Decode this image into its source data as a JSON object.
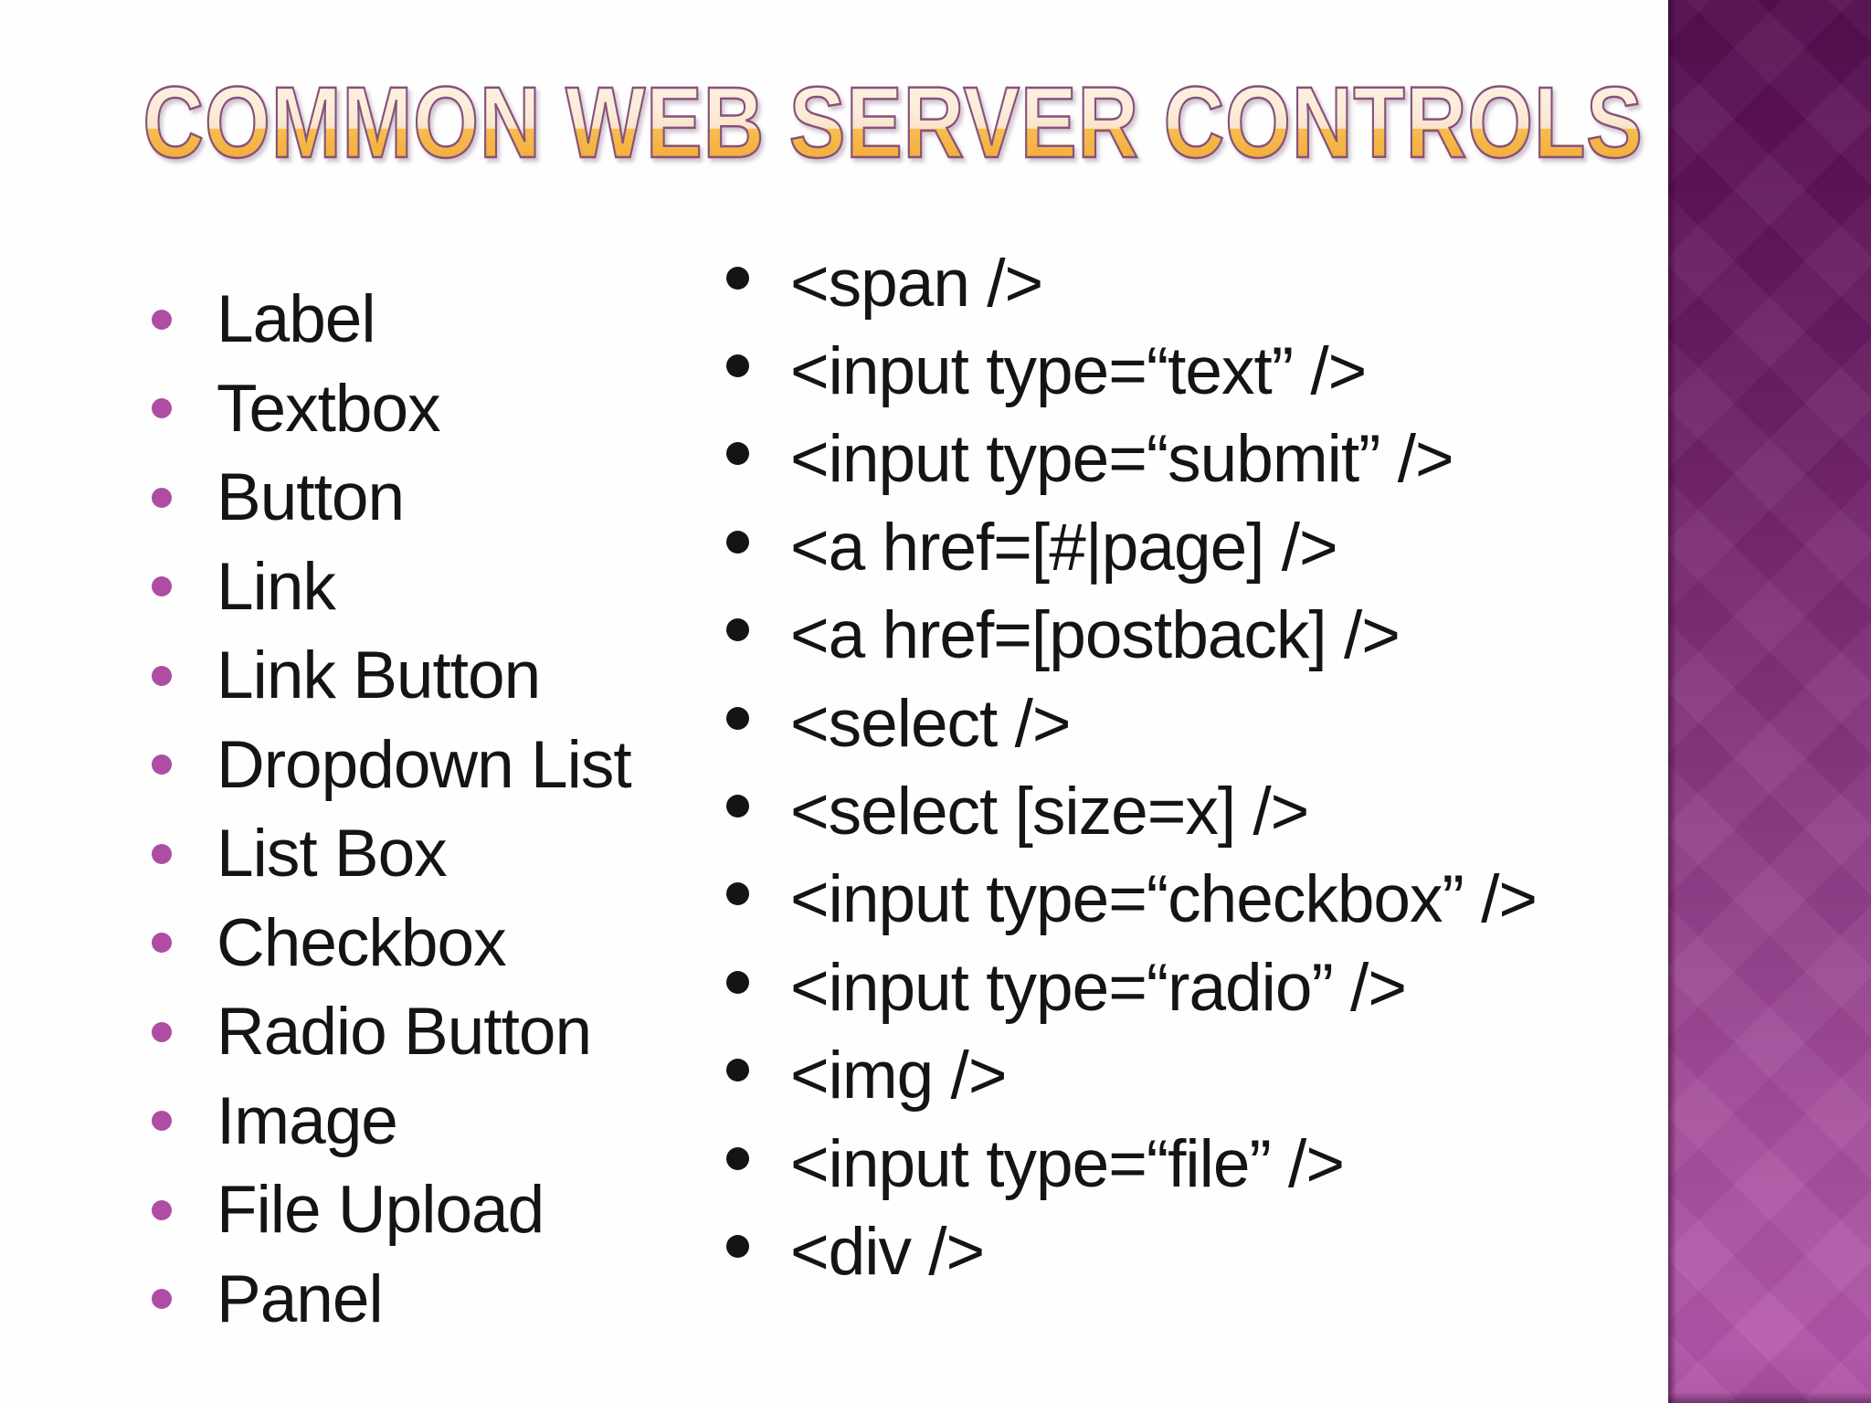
{
  "slide": {
    "title": "COMMON WEB SERVER CONTROLS",
    "left_list": {
      "items": [
        "Label",
        "Textbox",
        "Button",
        "Link",
        "Link Button",
        "Dropdown List",
        "List Box",
        "Checkbox",
        "Radio Button",
        "Image",
        "File Upload",
        "Panel"
      ]
    },
    "right_list": {
      "items": [
        "<span />",
        "<input type=“text” />",
        "<input type=“submit” />",
        "<a href=[#|page] />",
        "<a href=[postback] />",
        "<select />",
        "<select [size=x] />",
        "<input type=“checkbox” />",
        "<input type=“radio” />",
        "<img />",
        "<input type=“file” />",
        "<div />"
      ]
    },
    "colors": {
      "title_gradient_top": "#fdf3e3",
      "title_gradient_bottom": "#eda032",
      "title_outline": "#86527c",
      "left_bullet": "#ae4da3",
      "right_bullet": "#141414",
      "body_text": "#141414",
      "sidebar_gradient_top": "#540e50",
      "sidebar_gradient_bottom": "#b457ab",
      "background": "#fefefe"
    }
  }
}
